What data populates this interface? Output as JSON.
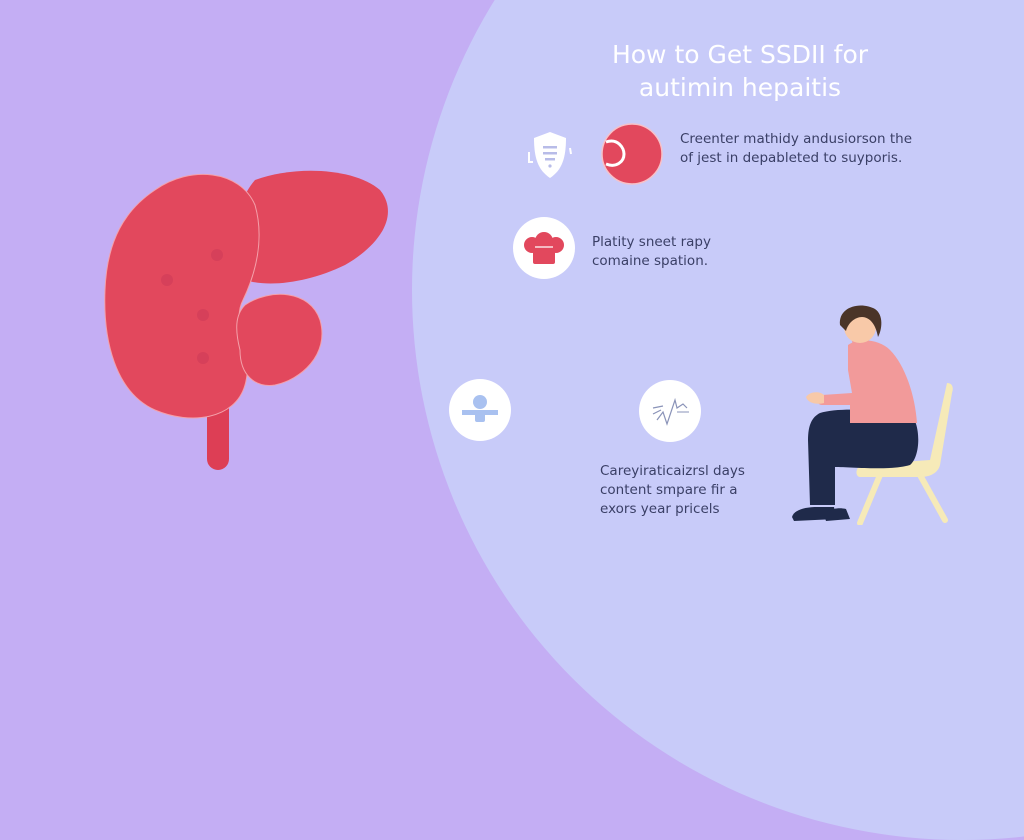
{
  "title": {
    "line1": "How to Get SSDII for",
    "line2": "autimin hepaitis"
  },
  "items": [
    {
      "icons": [
        "shield-document-icon",
        "red-circle-icon"
      ],
      "line1": "Creenter mathidy andusiorson the",
      "line2": "of jest in depableted to suyporis."
    },
    {
      "icons": [
        "people-group-icon"
      ],
      "line1": "Platity sneet rapy",
      "line2": "comaine spation."
    },
    {
      "icons": [
        "person-balance-icon"
      ]
    },
    {
      "icons": [
        "chart-sketch-icon"
      ],
      "line1": "Careyiraticaizrsl days",
      "line2": "content smpare fir a",
      "line3": "exors year pricels"
    }
  ],
  "illustrations": {
    "left": "liver-illustration",
    "right": "person-sitting-on-chair-illustration"
  },
  "colors": {
    "background_left": "#c4aef4",
    "background_right": "#c8cbf9",
    "liver_red": "#e2485d",
    "text_dark": "#3a3f66",
    "shirt_pink": "#f29a9a",
    "pants_navy": "#1f2a4a",
    "chair_cream": "#f6eab8"
  }
}
